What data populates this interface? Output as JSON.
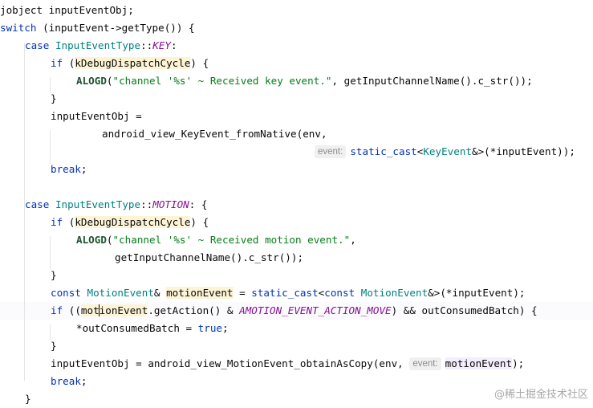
{
  "code": {
    "l1": {
      "a": "jobject inputEventObj;"
    },
    "l2": {
      "a": "switch",
      "b": " (inputEvent->getType()) {"
    },
    "l3": {
      "a": "case",
      "b": " ",
      "c": "InputEventType",
      "d": "::",
      "e": "KEY",
      "f": ":"
    },
    "l4": {
      "a": "if",
      "b": " (",
      "c": "kDebugDispatchCycle",
      "d": ") {"
    },
    "l5": {
      "a": "ALOGD",
      "b": "(",
      "c": "\"channel '%s' ~ Received key event.\"",
      "d": ", getInputChannelName().c_str());"
    },
    "l6": {
      "a": "}"
    },
    "l7": {
      "a": "inputEventObj ="
    },
    "l8": {
      "a": "android_view_KeyEvent_fromNative(env,"
    },
    "l9": {
      "hint": "event:",
      "a": "static_cast",
      "b": "<",
      "c": "KeyEvent",
      "d": "&>(*inputEvent));"
    },
    "l10": {
      "a": "break",
      "b": ";"
    },
    "l11": {
      "a": "case",
      "b": " ",
      "c": "InputEventType",
      "d": "::",
      "e": "MOTION",
      "f": ": {"
    },
    "l12": {
      "a": "if",
      "b": " (",
      "c": "kDebugDispatchCycle",
      "d": ") {"
    },
    "l13": {
      "a": "ALOGD",
      "b": "(",
      "c": "\"channel '%s' ~ Received motion event.\"",
      "d": ","
    },
    "l14": {
      "a": "getInputChannelName().c_str());"
    },
    "l15": {
      "a": "}"
    },
    "l16": {
      "a": "const",
      "b": " ",
      "c": "MotionEvent",
      "d": "& ",
      "e": "motionEvent",
      "f": " = ",
      "g": "static_cast",
      "h": "<",
      "i": "const",
      "j": " ",
      "k": "MotionEvent",
      "l": "&>(*inputEvent);"
    },
    "l17": {
      "a": "if",
      "b": " ((",
      "c1": "mot",
      "c2": "ionEvent",
      "d": ".getAction() & ",
      "e": "AMOTION_EVENT_ACTION_MOVE",
      "f": ") && outConsumedBatch) {"
    },
    "l18": {
      "a": "*outConsumedBatch = ",
      "b": "true",
      "c": ";"
    },
    "l19": {
      "a": "}"
    },
    "l20": {
      "a": "inputEventObj = android_view_MotionEvent_obtainAsCopy(env, ",
      "hint": "event:",
      "b": "motionEvent",
      "c": ");"
    },
    "l21": {
      "a": "break",
      "b": ";"
    },
    "l22": {
      "a": "}"
    }
  },
  "watermark": "@稀土掘金技术社区",
  "colors": {
    "keyword": "#0033b3",
    "type": "#008080",
    "constant": "#871094",
    "string": "#067d17",
    "macro": "#1f542e"
  }
}
